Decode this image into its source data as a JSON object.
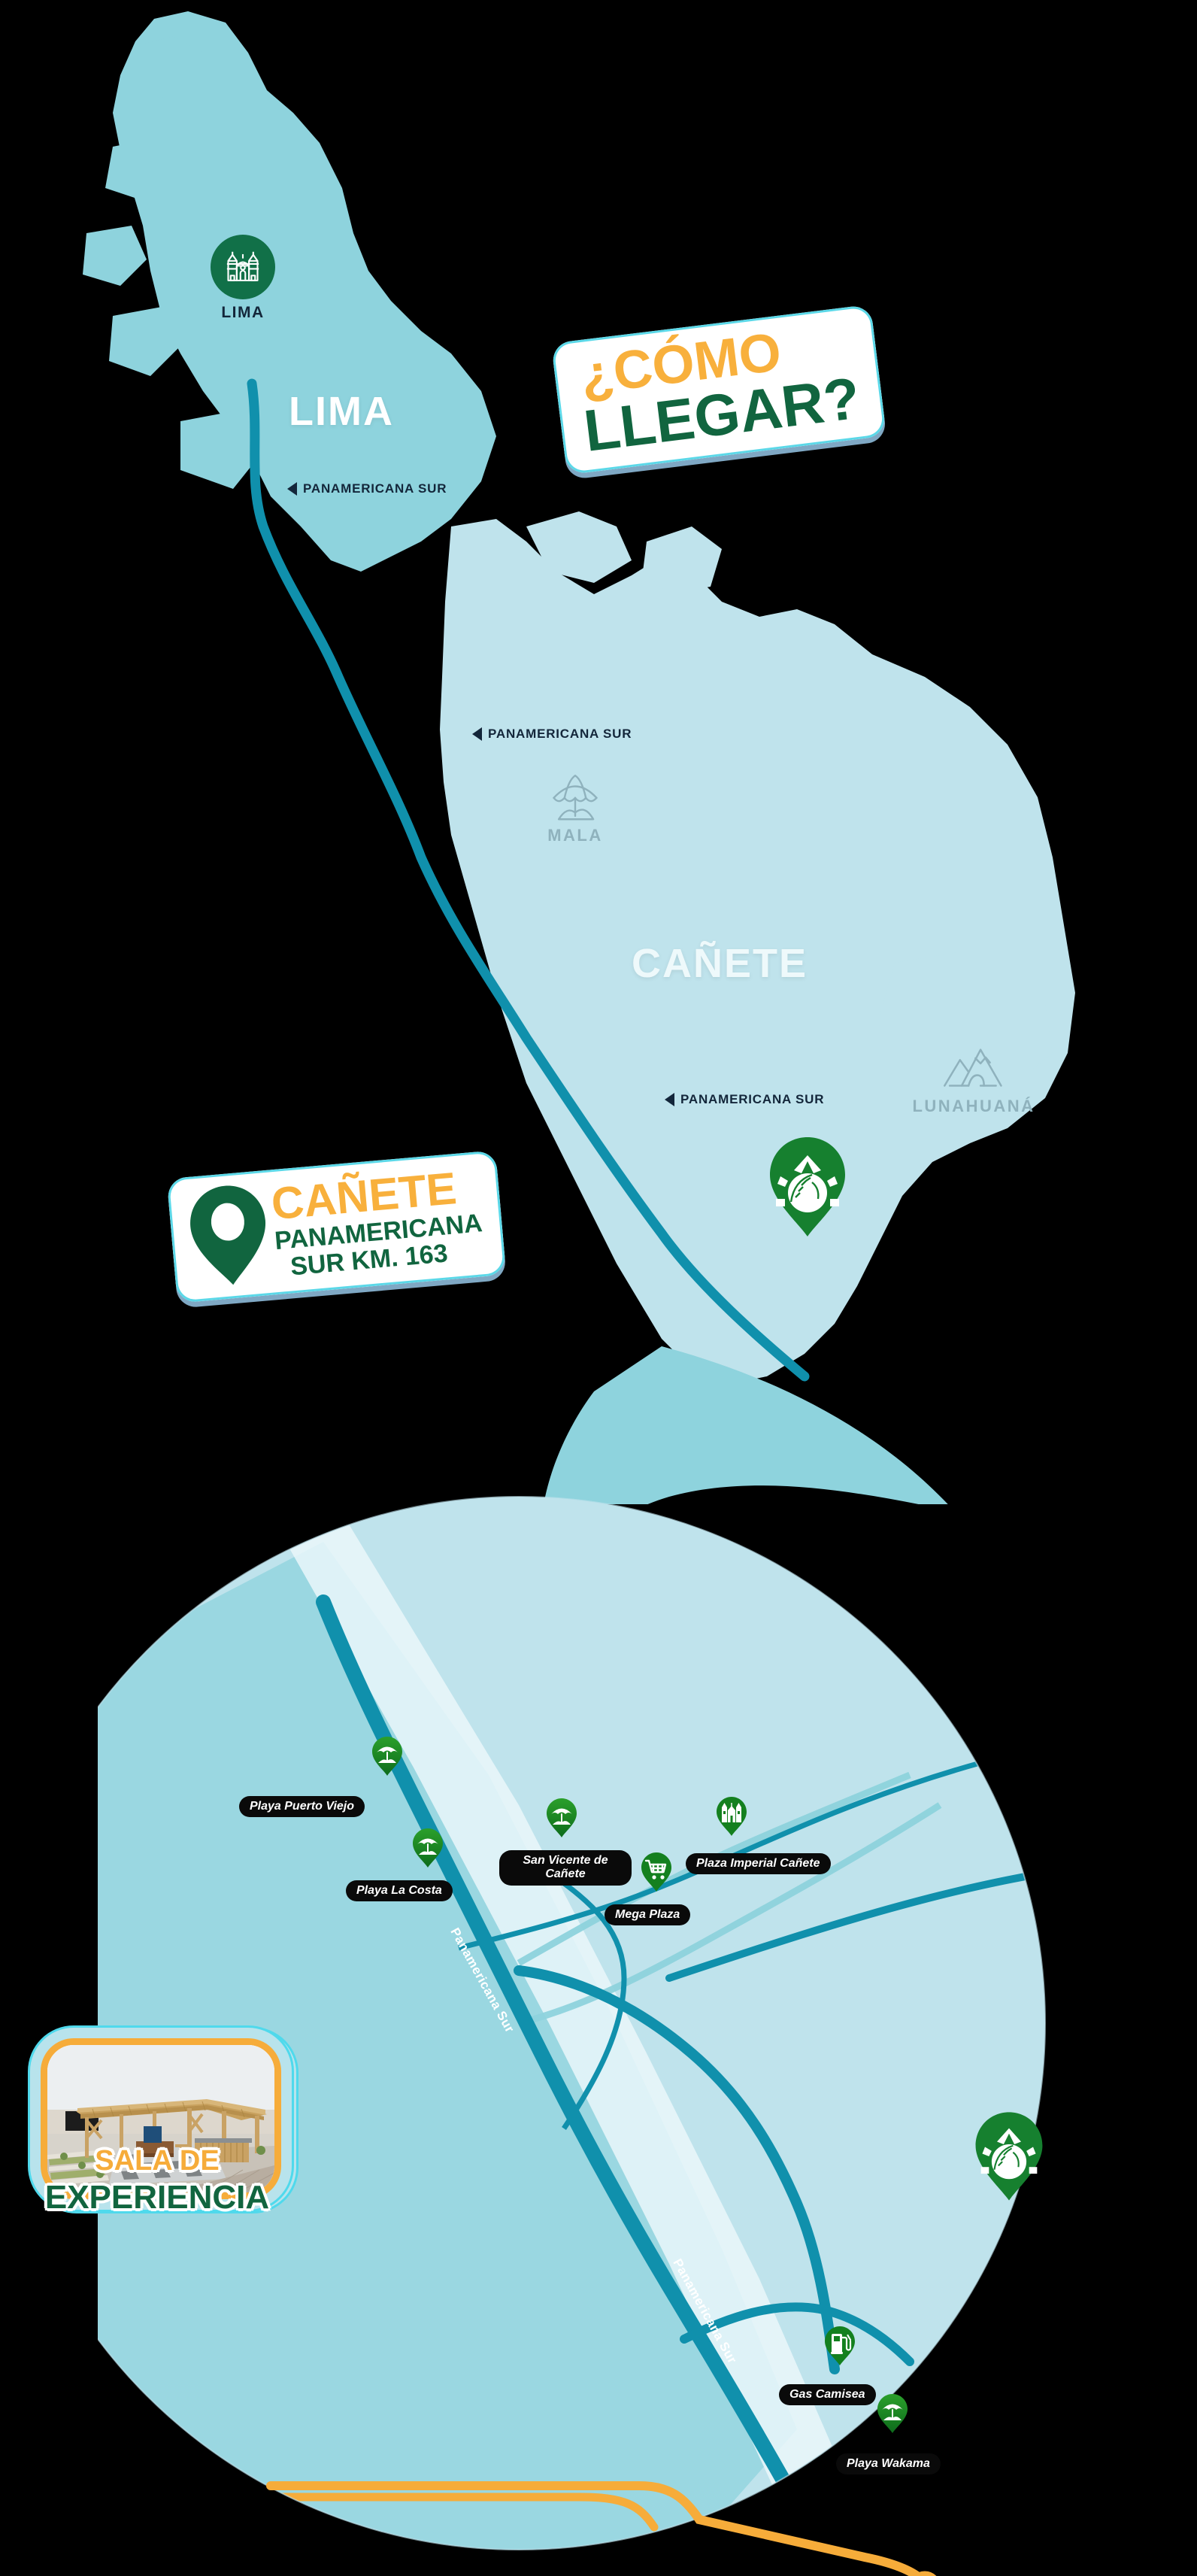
{
  "title": {
    "line1": "¿CÓMO",
    "line2": "LLEGAR?"
  },
  "location_badge": {
    "name": "CAÑETE",
    "address_line1": "PANAMERICANA",
    "address_line2": "SUR KM. 163",
    "pin_icon": "location-pin-icon"
  },
  "regions": [
    {
      "label": "LIMA",
      "style": "bright"
    },
    {
      "label": "CAÑETE",
      "style": "bright"
    }
  ],
  "city_markers": [
    {
      "label": "LIMA",
      "icon": "cathedral-icon"
    }
  ],
  "town_markers": [
    {
      "label": "MALA",
      "icon": "beach-umbrella-icon"
    },
    {
      "label": "LUNAHUANÁ",
      "icon": "mountain-icon"
    }
  ],
  "highway_tags": [
    {
      "label": "PANAMERICANA SUR",
      "direction_icon": "triangle-left-icon"
    },
    {
      "label": "PANAMERICANA SUR",
      "direction_icon": "triangle-left-icon"
    },
    {
      "label": "PANAMERICANA SUR",
      "direction_icon": "triangle-left-icon"
    }
  ],
  "destination_marker": {
    "icon": "wheat-crest-icon",
    "color": "#16802f"
  },
  "detail_map": {
    "road_labels": [
      {
        "label": "Panamericana Sur"
      },
      {
        "label": "Panamericana Sur"
      }
    ],
    "points_of_interest": [
      {
        "label": "Playa Puerto Viejo",
        "icon": "beach-umbrella-icon"
      },
      {
        "label": "Playa La Costa",
        "icon": "beach-umbrella-icon"
      },
      {
        "label": "San Vicente de Cañete",
        "icon": "beach-umbrella-icon"
      },
      {
        "label": "Plaza Imperial Cañete",
        "icon": "church-icon"
      },
      {
        "label": "Mega Plaza",
        "icon": "shopping-cart-icon"
      },
      {
        "label": "Gas Camisea",
        "icon": "fuel-pump-icon"
      },
      {
        "label": "Playa Wakama",
        "icon": "beach-umbrella-icon"
      }
    ],
    "destination": {
      "icon": "wheat-crest-icon"
    }
  },
  "photo_card": {
    "caption_line1": "SALA DE",
    "caption_line2": "EXPERIENCIA",
    "image_alt": "bamboo-pavilion-photo"
  },
  "colors": {
    "background": "#000000",
    "land_light": "#bfe3ec",
    "land_mid": "#8ed3dd",
    "road_teal": "#1090ac",
    "route_orange": "#f6ac3a",
    "brand_green": "#11653f",
    "pin_green": "#16802f",
    "accent_orange": "#f8b03c",
    "label_navy": "#13263a"
  }
}
